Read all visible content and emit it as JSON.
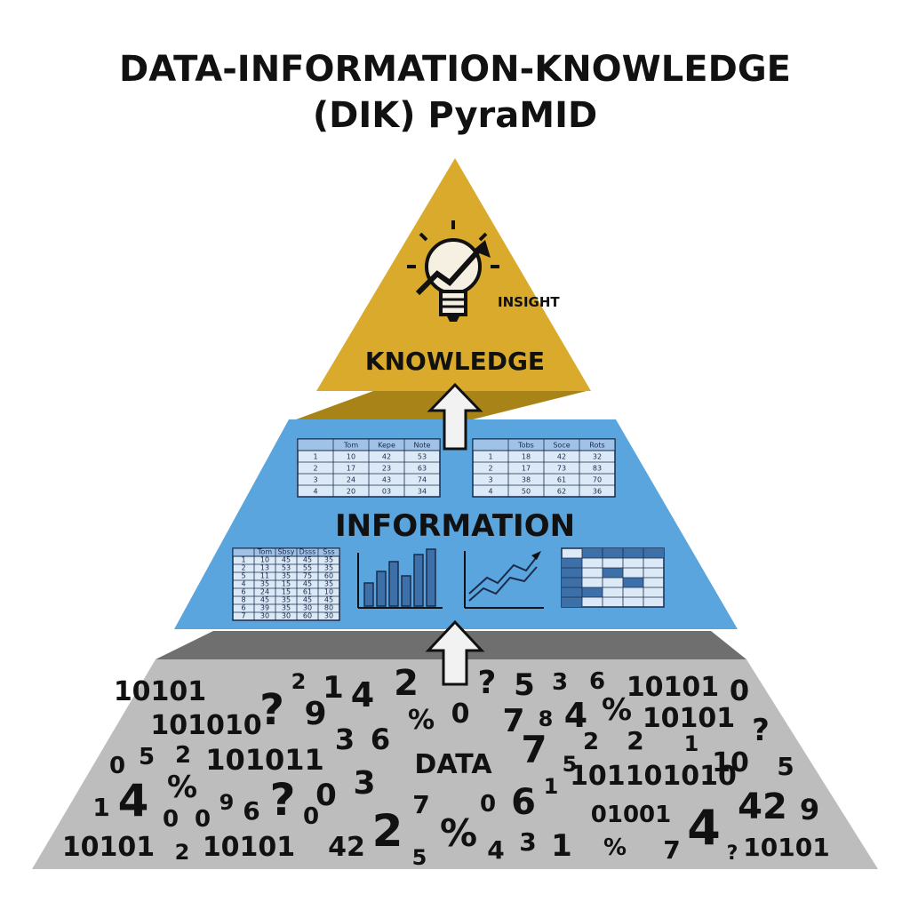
{
  "title": {
    "line1": "DATA-INFORMATION-KNOWLEDGE",
    "line2": "(DIK) PyraMID"
  },
  "levels": {
    "knowledge": {
      "label": "KNOWLEDGE",
      "icon_text": "INSIGHT",
      "color": "#d9aa2c",
      "icon": "lightbulb-trend-icon"
    },
    "information": {
      "label": "INFORMATION",
      "color": "#5aa5dd",
      "icons": [
        "table-icon",
        "bar-chart-icon",
        "line-chart-icon",
        "grid-icon"
      ]
    },
    "data": {
      "label": "DATA",
      "color": "#bdbdbd"
    }
  },
  "tables": {
    "left": {
      "headers": [
        "",
        "Tom",
        "Kepe",
        "Note"
      ],
      "rows": [
        [
          "1",
          "10",
          "42",
          "53"
        ],
        [
          "2",
          "17",
          "23",
          "63"
        ],
        [
          "3",
          "24",
          "43",
          "74"
        ],
        [
          "4",
          "20",
          "03",
          "34"
        ]
      ]
    },
    "right": {
      "headers": [
        "",
        "Tobs",
        "Soce",
        "Rots"
      ],
      "rows": [
        [
          "1",
          "18",
          "42",
          "32"
        ],
        [
          "2",
          "17",
          "73",
          "83"
        ],
        [
          "3",
          "38",
          "61",
          "70"
        ],
        [
          "4",
          "50",
          "62",
          "36"
        ]
      ]
    },
    "small": {
      "headers": [
        "",
        "Tom",
        "Sbsy",
        "Dsss",
        "Sss"
      ],
      "rows": [
        [
          "1",
          "10",
          "45",
          "45",
          "35"
        ],
        [
          "2",
          "13",
          "53",
          "55",
          "35"
        ],
        [
          "5",
          "11",
          "35",
          "75",
          "60"
        ],
        [
          "4",
          "35",
          "15",
          "45",
          "35"
        ],
        [
          "6",
          "24",
          "15",
          "61",
          "10"
        ],
        [
          "8",
          "45",
          "35",
          "45",
          "45"
        ],
        [
          "6",
          "39",
          "35",
          "30",
          "80"
        ],
        [
          "7",
          "30",
          "30",
          "60",
          "30"
        ]
      ]
    }
  },
  "data_tokens": {
    "row1": [
      "10101",
      "2",
      "1",
      "4",
      "2",
      "?",
      "5",
      "3",
      "6",
      "10101",
      "0"
    ],
    "row2": [
      "101010",
      "?",
      "9",
      "%",
      "0",
      "7",
      "8",
      "4",
      "%",
      "10101"
    ],
    "row3": [
      "0",
      "5",
      "2",
      "101011",
      "3",
      "6",
      "7",
      "5",
      "2",
      "2",
      "1",
      "10",
      "?",
      "5"
    ],
    "row4": [
      "1",
      "4",
      "%",
      "0",
      "0",
      "9",
      "6",
      "?",
      "0",
      "3",
      "101101010",
      "1"
    ],
    "row5": [
      "10101",
      "2",
      "10101",
      "0",
      "42",
      "2",
      "5",
      "7",
      "%",
      "0",
      "4",
      "3",
      "6",
      "1",
      "01001",
      "4",
      "42",
      "9"
    ],
    "row6": [
      "%",
      "7",
      "?",
      "10101"
    ]
  }
}
